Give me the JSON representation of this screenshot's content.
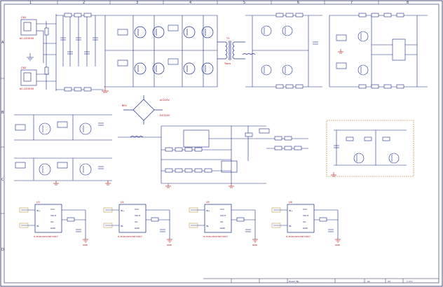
{
  "frame": {
    "col_labels": [
      "1",
      "2",
      "3",
      "4",
      "5",
      "6",
      "7",
      "8"
    ],
    "row_labels": [
      "A",
      "B",
      "C",
      "D"
    ]
  },
  "top_left": {
    "conn1": "CN1",
    "conn1_label": "AC-220V-IN",
    "conn2": "CN2",
    "conn2_label": "AC-220V-IN"
  },
  "transformer": {
    "ref": "T1",
    "label": "Trans"
  },
  "bridge": {
    "ref": "BR1",
    "in_label": "AC220V",
    "out_label": "DC310V"
  },
  "drivers": [
    {
      "ref": "U3",
      "ic": "IC-HCPL2631TSE-Hz8-F"
    },
    {
      "ref": "U4",
      "ic": "IC-HCPL2631TSE-Hz8-F"
    },
    {
      "ref": "U5",
      "ic": "IC-HCPL2631TSE-Hz8-F"
    },
    {
      "ref": "U6",
      "ic": "IC-HCPL2631TSE-Hz8-F"
    }
  ],
  "driver_pins": {
    "left": [
      "IN+",
      "IN-"
    ],
    "right": [
      "VCC",
      "VOUT",
      "VO",
      "GND"
    ]
  },
  "gnd_label": "GND",
  "title_block": {
    "drawn_label": "Drawn By",
    "rev": "A1",
    "size": "A3",
    "sheet": "1 of 1"
  }
}
